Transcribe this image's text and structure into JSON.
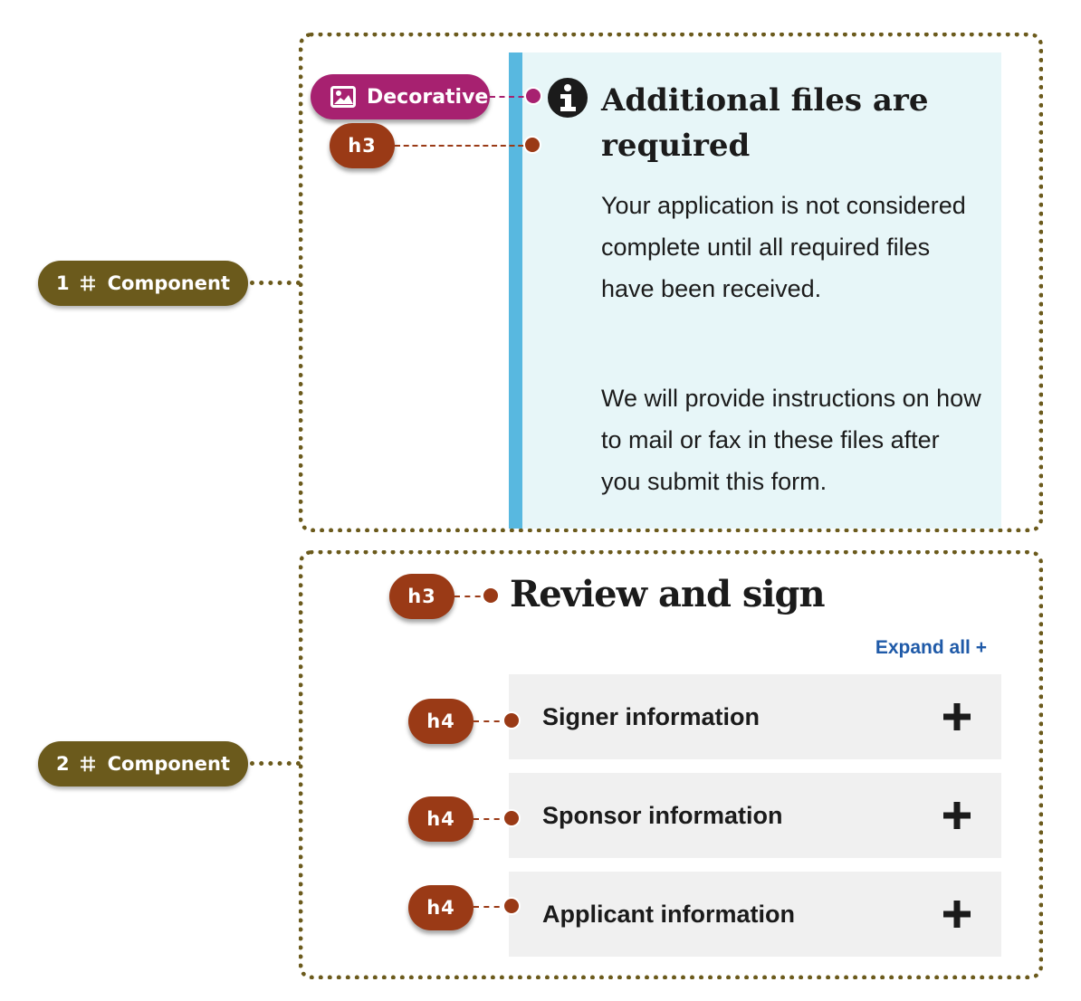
{
  "components": [
    {
      "number": "1",
      "label": "Component"
    },
    {
      "number": "2",
      "label": "Component"
    }
  ],
  "alert": {
    "heading": "Additional files are required",
    "paragraphs": [
      "Your application is not considered complete until all required files have been received.",
      "We will provide instructions on how to mail or fax in these files after you submit this form."
    ]
  },
  "review": {
    "heading": "Review and sign",
    "expand_all": "Expand all +",
    "accordion": [
      {
        "title": "Signer information"
      },
      {
        "title": "Sponsor information"
      },
      {
        "title": "Applicant information"
      }
    ]
  },
  "annotations": {
    "decorative": "Decorative",
    "h3": "h3",
    "h4": "h4"
  },
  "colors": {
    "component": "#6b5a1c",
    "heading_annotation": "#9a3a16",
    "decorative_annotation": "#a72170",
    "alert_bar": "#58b8e0",
    "alert_background": "#e7f6f8",
    "link": "#1f5aa8"
  },
  "icons": {
    "info": "info-circle-icon",
    "image": "image-icon",
    "frame": "frame-icon",
    "plus": "plus-icon"
  }
}
